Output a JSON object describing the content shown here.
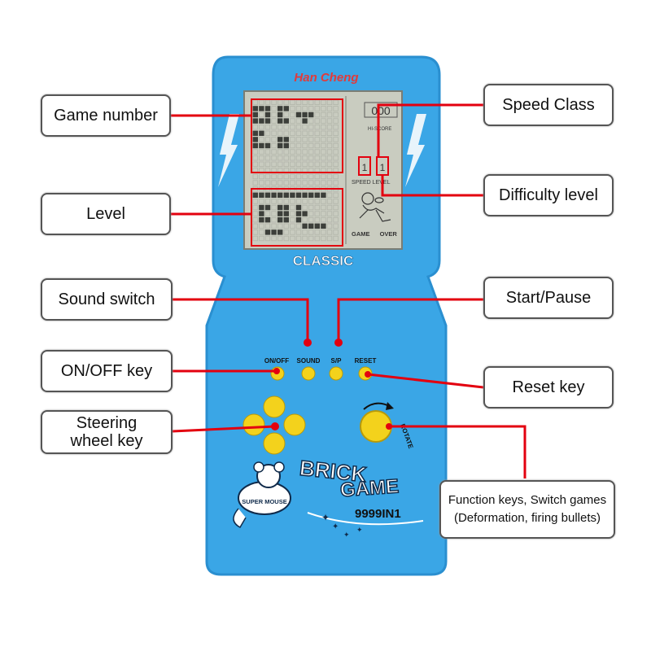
{
  "device": {
    "brand_logo": "Han Cheng",
    "model_label": "CLASSIC",
    "screen": {
      "hi_score_value": "000",
      "hi_score_label": "HI-SCORE",
      "speed_value": "1",
      "level_value": "1",
      "speed_level_label": "SPEED LEVEL",
      "game_over_label": "GAME OVER"
    },
    "buttons": {
      "on_off": "ON/OFF",
      "sound": "SOUND",
      "start_pause": "S/P",
      "reset": "RESET",
      "rotate": "ROTATE"
    },
    "title_line1": "BRICK",
    "title_line2": "GAME",
    "mascot_text": "SUPER MOUSE",
    "games_count": "9999IN1"
  },
  "callouts": {
    "game_number": "Game number",
    "level": "Level",
    "sound_switch": "Sound switch",
    "on_off_key": "ON/OFF key",
    "steering_line1": "Steering",
    "steering_line2": "wheel key",
    "speed_class": "Speed Class",
    "difficulty_level": "Difficulty level",
    "start_pause": "Start/Pause",
    "reset_key": "Reset key",
    "function_line1": "Function keys, Switch games",
    "function_line2": "(Deformation, firing bullets)"
  },
  "colors": {
    "body": "#3aa6e6",
    "body_dark": "#2a8fd0",
    "lcd": "#c9ccc0",
    "button_yellow": "#f3d21c",
    "callout_red": "#e3000f"
  }
}
